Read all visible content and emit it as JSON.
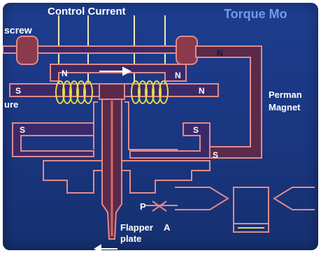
{
  "diagram": {
    "title_top": "Control Current",
    "title_right": "Torque Mo",
    "labels": {
      "screw": "screw",
      "armature_partial": "ure",
      "permanent_line1": "Perman",
      "permanent_line2": "Magnet",
      "pole_n_upper_left": "N",
      "pole_n_upper_right": "N",
      "pole_n_right": "N",
      "pole_n_bar": "N",
      "pole_s_left": "S",
      "pole_s_mid_left": "S",
      "pole_s_mid_right": "S",
      "pole_s_right": "S",
      "port_p": "P",
      "flapper_line1": "Flapper",
      "flapper_line2": "plate",
      "port_a": "A"
    },
    "colors": {
      "background": "#1a3680",
      "body_outline": "#e28a8a",
      "coil": "#e8d84a",
      "wires": "#f2e9b0",
      "magnet": "#d46a6a",
      "arrow": "#ffffff"
    }
  }
}
